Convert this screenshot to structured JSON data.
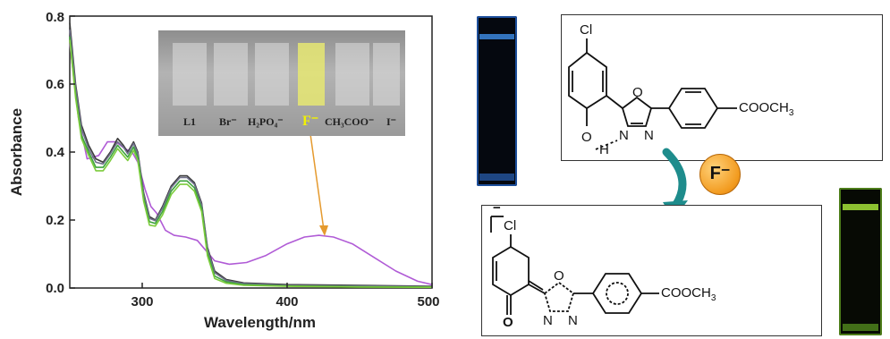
{
  "chart_data": {
    "type": "line",
    "xlabel": "Wavelength/nm",
    "ylabel": "Absorbance",
    "xlim": [
      250,
      500
    ],
    "ylim": [
      0,
      0.8
    ],
    "x_ticks": [
      "300",
      "400",
      "500"
    ],
    "y_ticks": [
      "0.0",
      "0.2",
      "0.4",
      "0.6",
      "0.8"
    ],
    "series": [
      {
        "color": "#b05bd6",
        "points": [
          [
            250,
            0.72
          ],
          [
            256,
            0.5
          ],
          [
            262,
            0.38
          ],
          [
            270,
            0.39
          ],
          [
            276,
            0.43
          ],
          [
            282,
            0.43
          ],
          [
            288,
            0.41
          ],
          [
            293,
            0.4
          ],
          [
            297,
            0.37
          ],
          [
            302,
            0.29
          ],
          [
            306,
            0.24
          ],
          [
            310,
            0.22
          ],
          [
            316,
            0.17
          ],
          [
            322,
            0.155
          ],
          [
            330,
            0.15
          ],
          [
            338,
            0.14
          ],
          [
            344,
            0.11
          ],
          [
            350,
            0.08
          ],
          [
            360,
            0.07
          ],
          [
            372,
            0.075
          ],
          [
            385,
            0.095
          ],
          [
            400,
            0.13
          ],
          [
            412,
            0.15
          ],
          [
            422,
            0.155
          ],
          [
            432,
            0.15
          ],
          [
            445,
            0.13
          ],
          [
            460,
            0.09
          ],
          [
            475,
            0.05
          ],
          [
            490,
            0.02
          ],
          [
            500,
            0.01
          ]
        ]
      },
      {
        "color": "#3a3a3a",
        "points": [
          [
            250,
            0.78
          ],
          [
            254,
            0.6
          ],
          [
            258,
            0.48
          ],
          [
            263,
            0.42
          ],
          [
            268,
            0.38
          ],
          [
            273,
            0.37
          ],
          [
            278,
            0.4
          ],
          [
            283,
            0.44
          ],
          [
            287,
            0.42
          ],
          [
            290,
            0.4
          ],
          [
            294,
            0.43
          ],
          [
            297,
            0.4
          ],
          [
            301,
            0.28
          ],
          [
            305,
            0.21
          ],
          [
            309,
            0.2
          ],
          [
            314,
            0.24
          ],
          [
            320,
            0.3
          ],
          [
            326,
            0.33
          ],
          [
            331,
            0.33
          ],
          [
            336,
            0.31
          ],
          [
            341,
            0.25
          ],
          [
            345,
            0.12
          ],
          [
            350,
            0.05
          ],
          [
            358,
            0.025
          ],
          [
            370,
            0.015
          ],
          [
            400,
            0.01
          ],
          [
            450,
            0.008
          ],
          [
            500,
            0.005
          ]
        ]
      },
      {
        "color": "#6f6f8a",
        "points": [
          [
            250,
            0.76
          ],
          [
            254,
            0.59
          ],
          [
            258,
            0.47
          ],
          [
            263,
            0.41
          ],
          [
            268,
            0.37
          ],
          [
            273,
            0.365
          ],
          [
            278,
            0.395
          ],
          [
            283,
            0.43
          ],
          [
            287,
            0.415
          ],
          [
            290,
            0.395
          ],
          [
            294,
            0.425
          ],
          [
            297,
            0.395
          ],
          [
            301,
            0.275
          ],
          [
            305,
            0.205
          ],
          [
            309,
            0.198
          ],
          [
            314,
            0.235
          ],
          [
            320,
            0.295
          ],
          [
            326,
            0.325
          ],
          [
            331,
            0.325
          ],
          [
            336,
            0.305
          ],
          [
            341,
            0.245
          ],
          [
            345,
            0.115
          ],
          [
            350,
            0.045
          ],
          [
            358,
            0.022
          ],
          [
            370,
            0.013
          ],
          [
            400,
            0.008
          ],
          [
            450,
            0.006
          ],
          [
            500,
            0.004
          ]
        ]
      },
      {
        "color": "#3ea33e",
        "points": [
          [
            250,
            0.74
          ],
          [
            254,
            0.57
          ],
          [
            258,
            0.45
          ],
          [
            263,
            0.4
          ],
          [
            268,
            0.355
          ],
          [
            273,
            0.355
          ],
          [
            278,
            0.385
          ],
          [
            283,
            0.42
          ],
          [
            287,
            0.4
          ],
          [
            290,
            0.385
          ],
          [
            294,
            0.415
          ],
          [
            297,
            0.385
          ],
          [
            301,
            0.265
          ],
          [
            305,
            0.195
          ],
          [
            309,
            0.19
          ],
          [
            314,
            0.225
          ],
          [
            320,
            0.285
          ],
          [
            326,
            0.315
          ],
          [
            331,
            0.315
          ],
          [
            336,
            0.295
          ],
          [
            341,
            0.235
          ],
          [
            345,
            0.105
          ],
          [
            350,
            0.035
          ],
          [
            358,
            0.018
          ],
          [
            370,
            0.01
          ],
          [
            400,
            0.006
          ],
          [
            450,
            0.004
          ],
          [
            500,
            0.003
          ]
        ]
      },
      {
        "color": "#7ccc3c",
        "points": [
          [
            250,
            0.73
          ],
          [
            254,
            0.56
          ],
          [
            258,
            0.44
          ],
          [
            263,
            0.39
          ],
          [
            268,
            0.345
          ],
          [
            273,
            0.345
          ],
          [
            278,
            0.375
          ],
          [
            283,
            0.41
          ],
          [
            287,
            0.39
          ],
          [
            290,
            0.375
          ],
          [
            294,
            0.405
          ],
          [
            297,
            0.375
          ],
          [
            301,
            0.255
          ],
          [
            305,
            0.185
          ],
          [
            309,
            0.182
          ],
          [
            314,
            0.215
          ],
          [
            320,
            0.275
          ],
          [
            326,
            0.305
          ],
          [
            331,
            0.305
          ],
          [
            336,
            0.285
          ],
          [
            341,
            0.225
          ],
          [
            345,
            0.095
          ],
          [
            350,
            0.028
          ],
          [
            358,
            0.014
          ],
          [
            370,
            0.008
          ],
          [
            400,
            0.005
          ],
          [
            450,
            0.003
          ],
          [
            500,
            0.002
          ]
        ]
      }
    ],
    "inset_photo_labels": [
      "L1",
      "Br⁻",
      "H₂PO₄⁻",
      "F⁻",
      "CH₃COO⁻",
      "I⁻"
    ]
  },
  "scheme": {
    "top_molecule": {
      "cl": "Cl",
      "oxygen_ring": "O",
      "n1": "N",
      "n2": "N",
      "oh": "O",
      "h": "H",
      "ester": "COOCH",
      "ester_sub": "3"
    },
    "anion_badge": "F⁻",
    "bottom_molecule": {
      "cl": "Cl",
      "oxygen_ring": "O",
      "n1": "N",
      "n2": "N",
      "keto": "O",
      "ester": "COOCH",
      "ester_sub": "3",
      "charge": "−"
    }
  }
}
